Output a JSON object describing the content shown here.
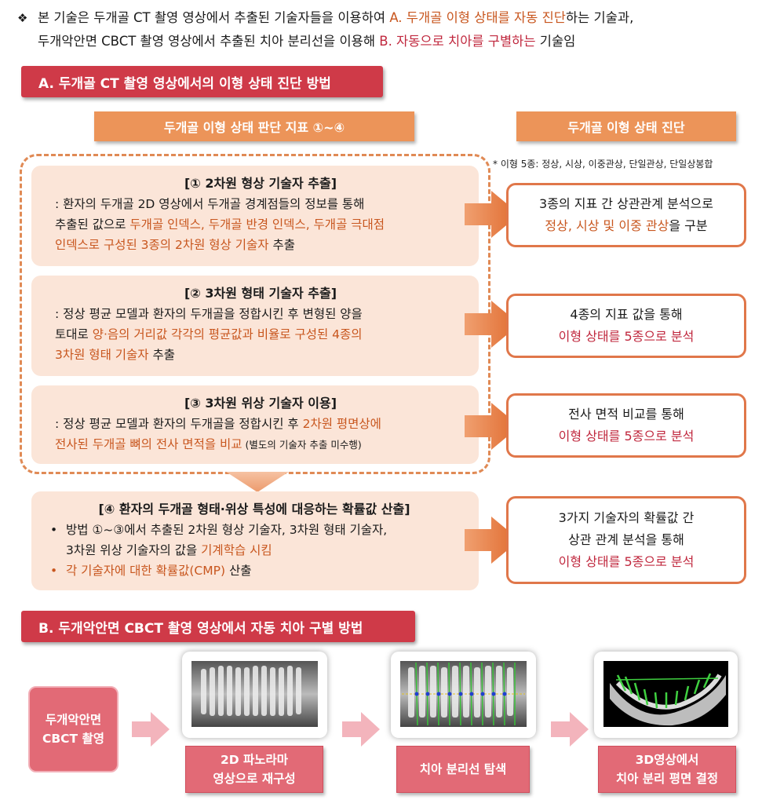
{
  "intro": {
    "bullet_glyph": "❖",
    "line1_pre": "본 기술은 두개골 CT 촬영 영상에서 추출된 기술자들을 이용하여 ",
    "line1_hl": "A. 두개골 이형 상태를 자동 진단",
    "line1_post": "하는 기술과,",
    "line2_pre": "두개악안면 CBCT 촬영 영상에서 추출된 치아 분리선을 이용해 ",
    "line2_hl": "B. 자동으로 치아를 구별하는",
    "line2_post": " 기술임"
  },
  "section_a": {
    "title": "A. 두개골 CT 촬영 영상에서의 이형 상태 진단 방법",
    "col_left": "두개골 이형 상태 판단 지표 ①~④",
    "col_right": "두개골 이형 상태 진단",
    "note": "* 이형 5종: 정상, 시상, 이중관상, 단일관상, 단일상봉합",
    "d1": {
      "title": "[① 2차원 형상 기술자 추출]",
      "l1": ": 환자의 두개골 2D 영상에서 두개골 경계점들의 정보를 통해",
      "l2_pre": "추출된 값으로 ",
      "l2_hl": "두개골 인덱스, 두개골 반경 인덱스, 두개골 극대점",
      "l3_hl": "인덱스로 구성된 3종의 2차원 형상 기술자",
      "l3_post": " 추출"
    },
    "d2": {
      "title": "[② 3차원 형태 기술자 추출]",
      "l1": ": 정상 평균 모델과 환자의 두개골을 정합시킨 후  변형된 양을",
      "l2_pre": "토대로 ",
      "l2_hl": "양·음의 거리값 각각의 평균값과 비율로 구성된 4종의",
      "l3_hl": "3차원 형태 기술자",
      "l3_post": " 추출"
    },
    "d3": {
      "title": "[③ 3차원 위상 기술자 이용]",
      "l1_pre": ": 정상 평균 모델과 환자의 두개골을 정합시킨 후 ",
      "l1_hl": "2차원 평면상에",
      "l2_hl": "전사된 두개골 뼈의 전사 면적을 비교",
      "l2_small": " (별도의 기술자 추출 미수행)"
    },
    "d4": {
      "title": "[④ 환자의 두개골 형태·위상 특성에 대응하는 확률값 산출]",
      "b1_l1": "방법 ①~③에서 추출된 2차원 형상 기술자, 3차원 형태 기술자,",
      "b1_l2_pre": "3차원 위상 기술자의 값을 ",
      "b1_l2_hl": "기계학습 시킴",
      "b2_hl": "각 기술자에 대한 확률값(CMP)",
      "b2_post": " 산출"
    },
    "r1": {
      "l1": "3종의 지표 간 상관관계 분석으로",
      "l2_hl": "정상, 시상 및 이중 관상",
      "l2_post": "을 구분"
    },
    "r2": {
      "l1": "4종의 지표 값을 통해",
      "l2_hl": "이형 상태를 5종으로 분석"
    },
    "r3": {
      "l1": "전사 면적 비교를 통해",
      "l2_hl": "이형 상태를 5종으로 분석"
    },
    "r4": {
      "l1": "3가지 기술자의 확률값 간",
      "l2": "상관 관계 분석을 통해",
      "l3_hl": "이형 상태를 5종으로 분석"
    }
  },
  "section_b": {
    "title": "B. 두개악안면 CBCT 촬영 영상에서 자동 치아 구별 방법",
    "start_l1": "두개악안면",
    "start_l2": "CBCT 촬영",
    "step1_l1": "2D 파노라마",
    "step1_l2": "영상으로 재구성",
    "step2": "치아 분리선 탐색",
    "step3_l1": "3D영상에서",
    "step3_l2": "치아 분리 평면 결정"
  },
  "colors": {
    "accent_orange": "#c8561e",
    "accent_red": "#c0283e",
    "header_red": "#cf3a48",
    "header_orange": "#ec9459",
    "box_fill": "#fbe5d8",
    "pink_label": "#e26a76"
  }
}
